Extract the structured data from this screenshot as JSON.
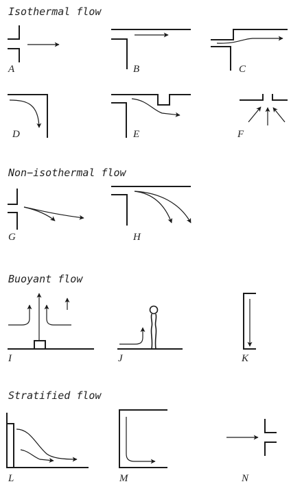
{
  "sections": {
    "isothermal": "Isothermal flow",
    "non_isothermal": "Non−isothermal flow",
    "buoyant": "Buoyant flow",
    "stratified": "Stratified flow"
  },
  "panels": {
    "A": "A",
    "B": "B",
    "C": "C",
    "D": "D",
    "E": "E",
    "F": "F",
    "G": "G",
    "H": "H",
    "I": "I",
    "J": "J",
    "K": "K",
    "L": "L",
    "M": "M",
    "N": "N"
  }
}
